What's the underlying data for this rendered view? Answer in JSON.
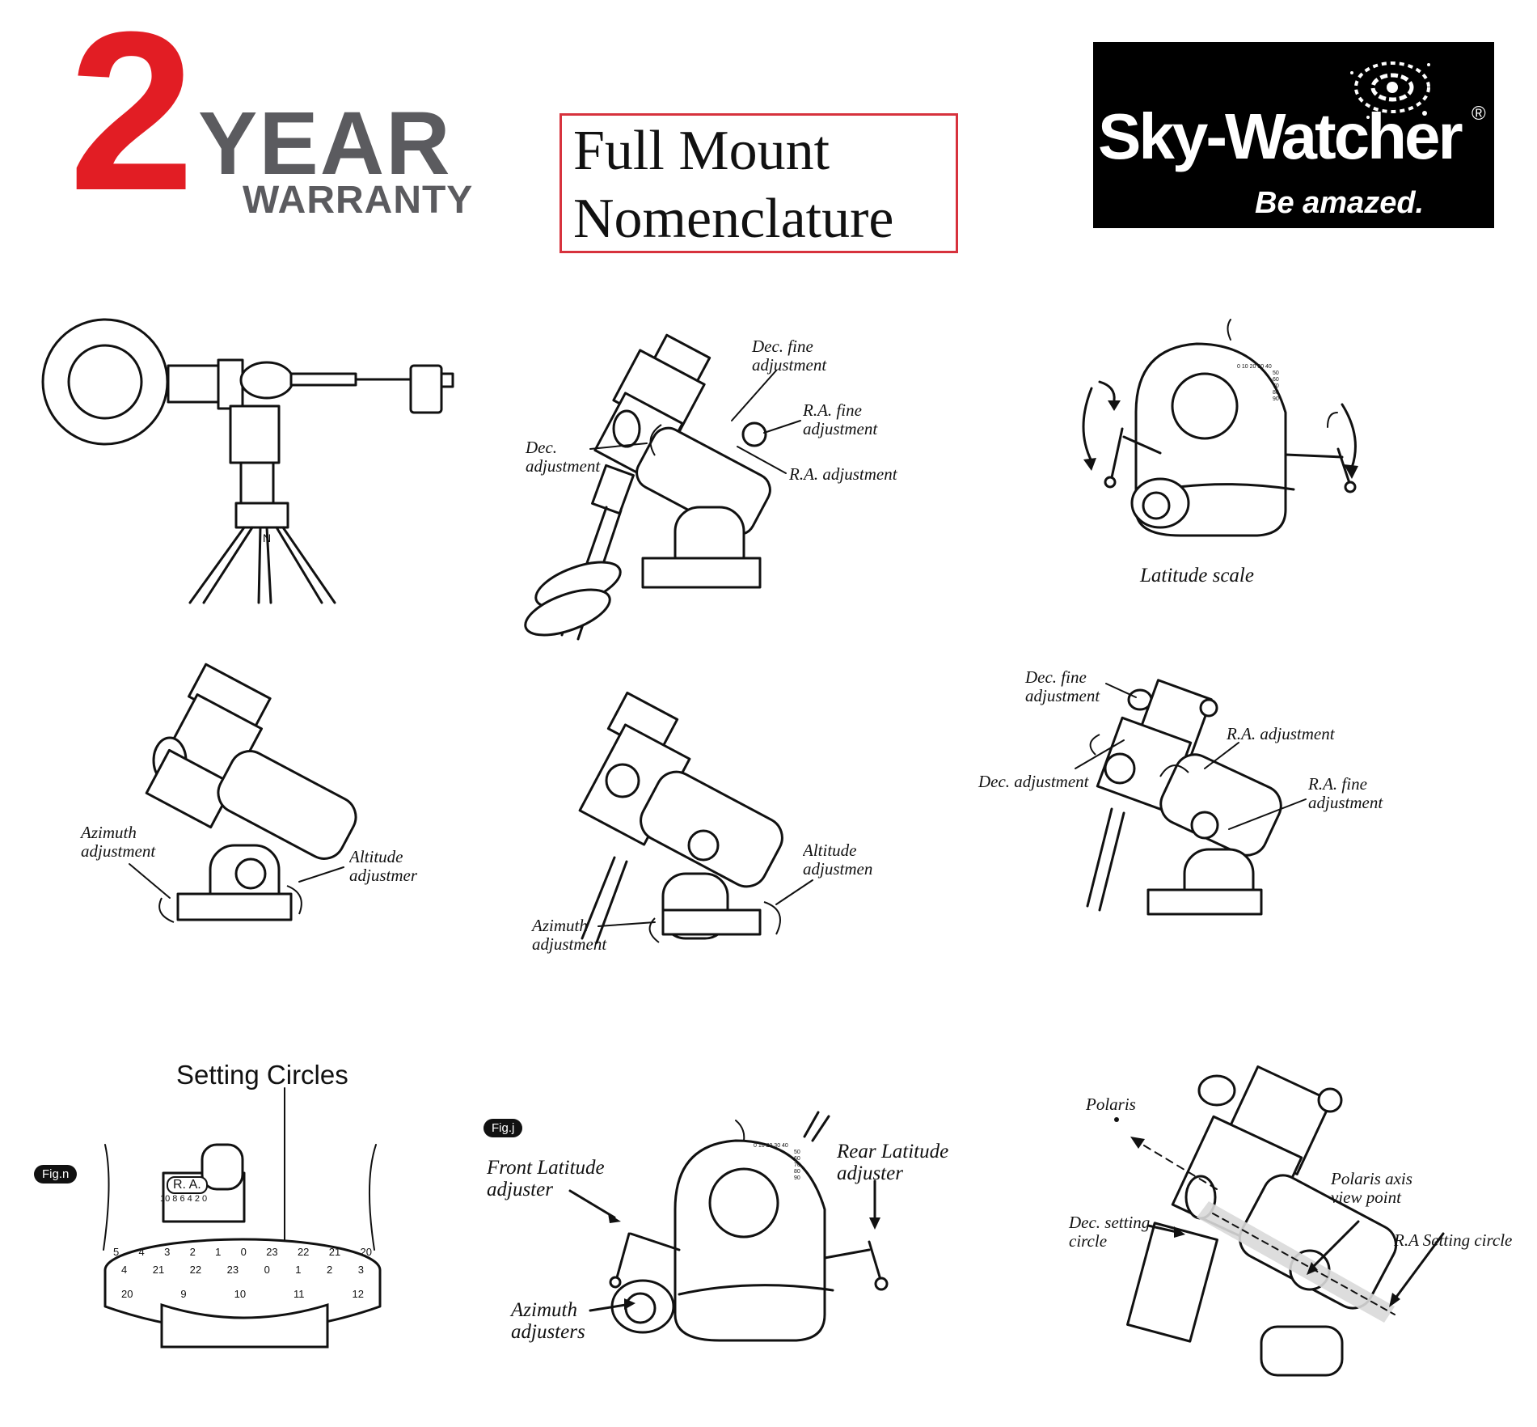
{
  "header": {
    "warranty_number": "2",
    "warranty_year": "YEAR",
    "warranty_word": "WARRANTY",
    "title_line1": "Full Mount",
    "title_line2": "Nomenclature",
    "brand_name": "Sky-Watcher",
    "brand_reg": "®",
    "brand_slogan": "Be amazed."
  },
  "colors": {
    "warranty_red": "#e21d24",
    "warranty_gray": "#5b5b5f",
    "title_border": "#d7323d",
    "logo_bg": "#000000"
  },
  "panel2": {
    "dec_fine": "Dec. fine\nadjustment",
    "ra_fine": "R.A. fine\nadjustment",
    "dec_adj": "Dec.\nadjustment",
    "ra_adj": "R.A. adjustment"
  },
  "panel3": {
    "caption": "Latitude scale",
    "scale_top": "0 10 20 30 40",
    "scale_side": "50\n60\n70\n80\n90"
  },
  "panel4": {
    "azimuth": "Azimuth\nadjustment",
    "altitude": "Altitude\nadjustmer"
  },
  "panel5": {
    "altitude": "Altitude\nadjustmen",
    "azimuth": "Azimuth\nadjustment"
  },
  "panel6": {
    "dec_fine": "Dec. fine\nadjustment",
    "ra_adj": "R.A. adjustment",
    "dec_adj": "Dec. adjustment",
    "ra_fine": "R.A. fine\nadjustment"
  },
  "panel7": {
    "title": "Setting Circles",
    "fig": "Fig.n",
    "ra_label": "R. A.",
    "vernier": "10 8 6 4 2 0",
    "upper_ticks": [
      "5",
      "4",
      "3",
      "2",
      "1",
      "0",
      "23",
      "22",
      "21",
      "20"
    ],
    "middle_ticks": [
      "4",
      "21",
      "22",
      "23",
      "0",
      "1",
      "2",
      "3"
    ],
    "lower_ticks": [
      "20",
      "9",
      "10",
      "11",
      "12"
    ]
  },
  "panel8": {
    "fig": "Fig.j",
    "front": "Front Latitude\nadjuster",
    "rear": "Rear Latitude\nadjuster",
    "azimuth": "Azimuth\nadjusters",
    "scale_top": "0 10 20 30 40",
    "scale_side": "50\n60\n70\n80\n90"
  },
  "panel9": {
    "polaris": "Polaris",
    "axis_view": "Polaris axis\nview point",
    "dec_circle": "Dec. setting\ncircle",
    "ra_circle": "R.A Setting circle"
  }
}
